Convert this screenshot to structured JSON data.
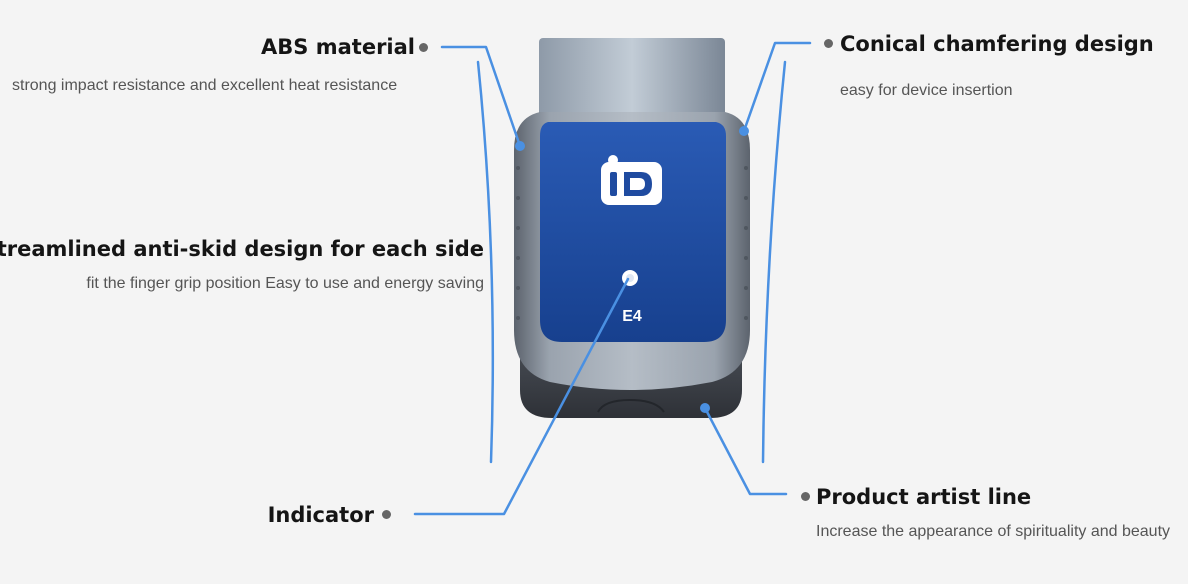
{
  "colors": {
    "background": "#f4f4f4",
    "leader_line": "#4a90e2",
    "device_blue": "#1f4ba0",
    "device_shell": "#7f8792",
    "device_base": "#3d4149"
  },
  "device": {
    "logo_icon": "id-logo-icon",
    "model": "E4"
  },
  "features": {
    "abs": {
      "title": "ABS material",
      "description": "strong impact resistance and excellent heat resistance"
    },
    "conical": {
      "title": "Conical chamfering design",
      "description": "easy for device insertion"
    },
    "streamlined": {
      "title": "Streamlined anti-skid design for each side",
      "description": "fit the finger grip position  Easy to use and energy saving"
    },
    "indicator": {
      "title": "Indicator"
    },
    "artist_line": {
      "title": "Product artist line",
      "description": "Increase the appearance of spirituality and beauty"
    }
  }
}
